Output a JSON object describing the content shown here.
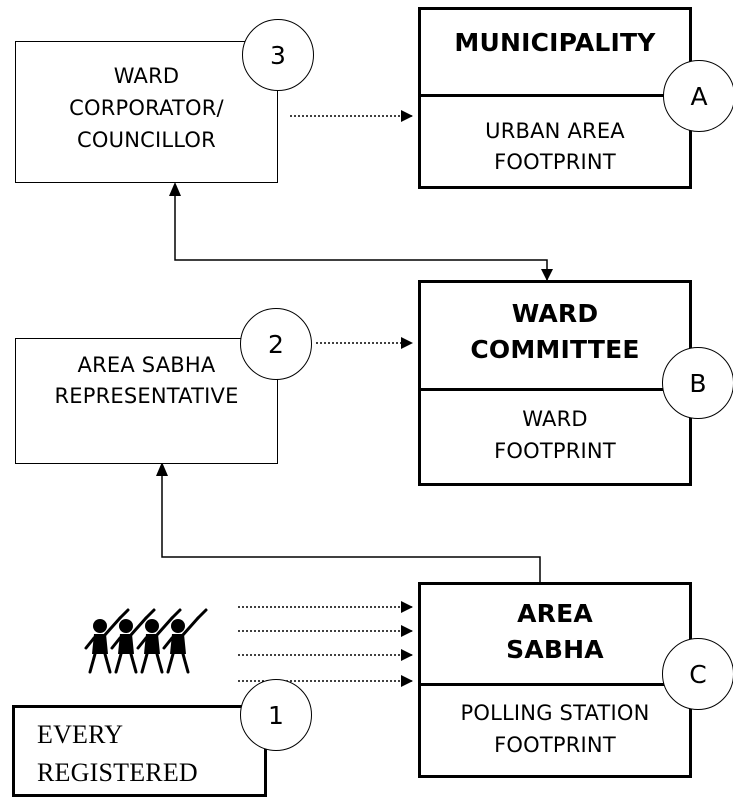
{
  "ward_corporator": {
    "badge": "3",
    "lines": [
      "WARD",
      "CORPORATOR/",
      "COUNCILLOR"
    ]
  },
  "municipality": {
    "badge": "A",
    "title": "MUNICIPALITY",
    "footprint": [
      "URBAN AREA",
      "FOOTPRINT"
    ]
  },
  "area_sabha_rep": {
    "badge": "2",
    "lines": [
      "AREA SABHA",
      "REPRESENTATIVE"
    ]
  },
  "ward_committee": {
    "badge": "B",
    "title": [
      "WARD",
      "COMMITTEE"
    ],
    "footprint": [
      "WARD",
      "FOOTPRINT"
    ]
  },
  "area_sabha": {
    "badge": "C",
    "title": [
      "AREA",
      "SABHA"
    ],
    "footprint": [
      "POLLING STATION",
      "FOOTPRINT"
    ]
  },
  "citizens": {
    "badge": "1",
    "lines": [
      "EVERY",
      "REGISTERED"
    ]
  }
}
